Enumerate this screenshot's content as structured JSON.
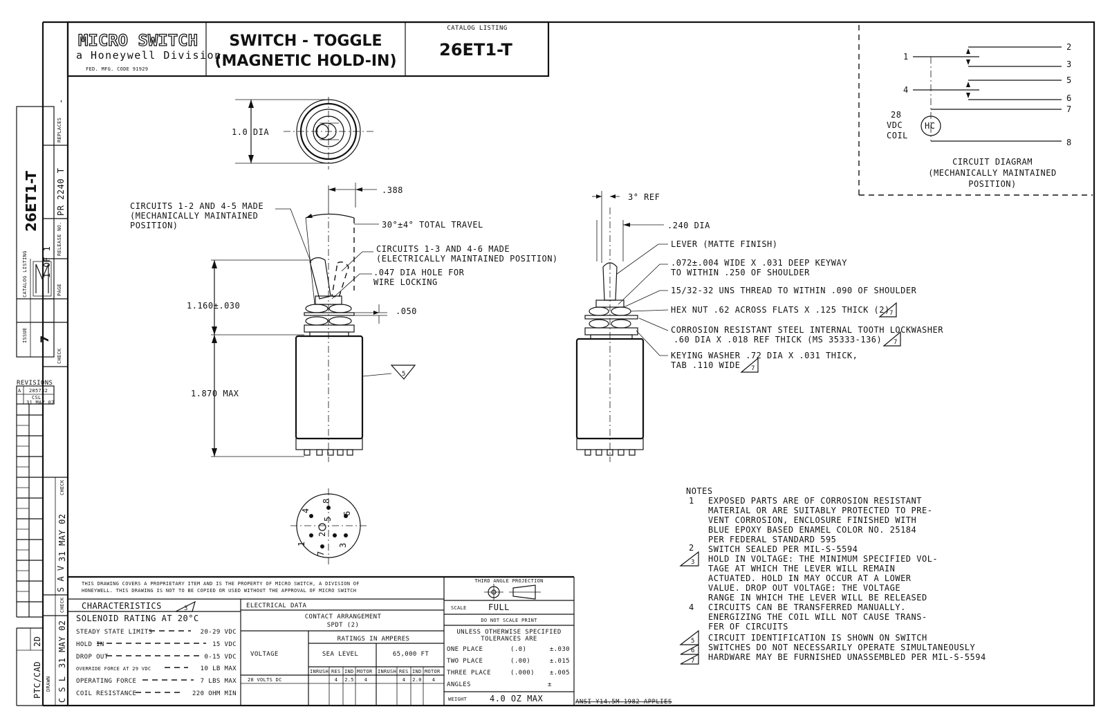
{
  "title_block": {
    "company_logo": "MICRO SWITCH",
    "company_division": "a Honeywell Division",
    "fed_code": "FED. MFG. CODE 91929",
    "title_line1": "SWITCH - TOGGLE",
    "title_line2": "(MAGNETIC HOLD-IN)",
    "catalog_listing_label": "CATALOG LISTING",
    "catalog_number": "26ET1-T"
  },
  "side_strip": {
    "catalog_number": "26ET1-T",
    "catalog_listing_label": "CATALOG LISTING",
    "page_label": "PAGE",
    "page_value": "1 OF 1",
    "release_label": "RELEASE NO.",
    "release_value": "PR 2240 T",
    "replaces_label": "REPLACES",
    "replaces_value": "-",
    "issue_label": "ISSUE",
    "issue_value": "7",
    "check_label": "CHECK",
    "revisions_label": "REVISIONS",
    "rev_letter": "A",
    "rev_number": "205732",
    "rev_initials": "CSL",
    "rev_date": "31 MAY 02",
    "checker": "S A V",
    "check_date": "31 MAY 02",
    "drawn_label": "DRAWN",
    "drawn_by": "C S L",
    "drawn_date": "31 MAY 02",
    "cad_label": "PTC/CAD",
    "cad_value": "2D"
  },
  "front_view": {
    "dia": "1.0 DIA",
    "dim_388": ".388",
    "circuits_made_1": "CIRCUITS 1-2 AND 4-5 MADE",
    "circuits_made_2": "(MECHANICALLY MAINTAINED",
    "circuits_made_3": "POSITION)",
    "travel": "30°±4° TOTAL TRAVEL",
    "circuits_elec_1": "CIRCUITS 1-3 AND 4-6 MADE",
    "circuits_elec_2": "(ELECTRICALLY MAINTAINED POSITION)",
    "hole_1": ".047 DIA HOLE FOR",
    "hole_2": "WIRE LOCKING",
    "height": "1.160±.030",
    "dim_050": ".050",
    "max_len": "1.870 MAX",
    "note_ref": "5"
  },
  "side_view": {
    "ref_angle": "3° REF",
    "dia": ".240 DIA",
    "lever": "LEVER (MATTE FINISH)",
    "keyway_1": ".072±.004 WIDE X .031 DEEP KEYWAY",
    "keyway_2": "TO WITHIN .250 OF SHOULDER",
    "thread": "15/32-32 UNS THREAD TO WITHIN .090 OF SHOULDER",
    "hex_nut": "HEX NUT .62 ACROSS FLATS X .125 THICK (2)",
    "lockwasher_1": "CORROSION RESISTANT STEEL INTERNAL TOOTH LOCKWASHER",
    "lockwasher_2": ".60 DIA X .018 REF THICK (MS 35333-136)",
    "keying_1": "KEYING WASHER .72 DIA X .031 THICK,",
    "keying_2": "TAB .110 WIDE",
    "note_ref": "7"
  },
  "circuit_diagram": {
    "terminals_left": [
      "1",
      "4"
    ],
    "terminals_right": [
      "2",
      "3",
      "5",
      "6",
      "7",
      "8"
    ],
    "coil_1": "28",
    "coil_2": "VDC",
    "coil_3": "COIL",
    "coil_symbol": "HC",
    "title_1": "CIRCUIT DIAGRAM",
    "title_2": "(MECHANICALLY MAINTAINED",
    "title_3": "POSITION)"
  },
  "bottom_view": {
    "pins": [
      "1",
      "2",
      "3",
      "4",
      "5",
      "6",
      "7",
      "8"
    ]
  },
  "notes": {
    "title": "NOTES",
    "items": [
      {
        "num": "1",
        "lines": [
          "EXPOSED PARTS ARE OF CORROSION RESISTANT",
          "MATERIAL OR ARE SUITABLY PROTECTED TO PRE-",
          "VENT CORROSION, ENCLOSURE FINISHED WITH",
          "BLUE EPOXY BASED ENAMEL COLOR NO. 25184",
          "PER FEDERAL STANDARD 595"
        ]
      },
      {
        "num": "2",
        "lines": [
          "SWITCH SEALED PER MIL-S-5594"
        ]
      },
      {
        "num": "3",
        "lines": [
          "HOLD IN VOLTAGE:  THE MINIMUM SPECIFIED VOL-",
          "TAGE AT WHICH THE LEVER WILL REMAIN",
          "ACTUATED.  HOLD IN MAY OCCUR AT A LOWER",
          "VALUE.  DROP OUT VOLTAGE:  THE VOLTAGE",
          "RANGE IN WHICH THE LEVER WILL BE RELEASED"
        ]
      },
      {
        "num": "4",
        "lines": [
          "CIRCUITS CAN BE TRANSFERRED MANUALLY.",
          "ENERGIZING THE COIL WILL NOT CAUSE TRANS-",
          "FER OF CIRCUITS"
        ]
      },
      {
        "num": "5",
        "lines": [
          "CIRCUIT IDENTIFICATION IS SHOWN ON SWITCH"
        ]
      },
      {
        "num": "6",
        "lines": [
          "SWITCHES DO NOT NECESSARILY OPERATE SIMULTANEOUSLY"
        ]
      },
      {
        "num": "7",
        "lines": [
          "HARDWARE MAY BE FURNISHED UNASSEMBLED PER MIL-S-5594"
        ]
      }
    ]
  },
  "proprietary": {
    "line1": "THIS DRAWING COVERS A PROPRIETARY ITEM AND IS THE PROPERTY OF MICRO SWITCH, A DIVISION OF",
    "line2": "HONEYWELL. THIS DRAWING IS NOT TO BE COPIED OR USED WITHOUT THE APPROVAL OF MICRO SWITCH"
  },
  "characteristics": {
    "header": "CHARACTERISTICS",
    "header_ref": "3",
    "solenoid": "SOLENOID RATING AT 20°C",
    "rows": [
      {
        "label": "STEADY STATE LIMITS",
        "value": "20-29 VDC"
      },
      {
        "label": "HOLD IN",
        "value": "15 VDC"
      },
      {
        "label": "DROP OUT",
        "value": "0-15 VDC"
      },
      {
        "label": "OVERRIDE FORCE AT 29 VDC",
        "value": "10 LB MAX"
      },
      {
        "label": "OPERATING FORCE",
        "value": "7 LBS MAX"
      },
      {
        "label": "COIL RESISTANCE",
        "value": "220 OHM MIN"
      }
    ]
  },
  "electrical": {
    "header": "ELECTRICAL DATA",
    "contact_arrangement": "CONTACT ARRANGEMENT",
    "spdt": "SPDT (2)",
    "ratings": "RATINGS IN AMPERES",
    "voltage": "VOLTAGE",
    "sea_level": "SEA LEVEL",
    "altitude": "65,000 FT",
    "cols": [
      "INRUSH",
      "RES",
      "IND",
      "MOTOR",
      "INRUSH",
      "RES",
      "IND",
      "MOTOR"
    ],
    "row_label": "28 VOLTS DC",
    "row_values": [
      "",
      "4",
      "2.5",
      "4",
      "",
      "4",
      "2.0",
      "4"
    ]
  },
  "projection": {
    "label": "THIRD ANGLE PROJECTION",
    "scale_label": "SCALE",
    "scale_value": "FULL",
    "do_not_scale": "DO NOT SCALE PRINT",
    "tol_1": "UNLESS OTHERWISE SPECIFIED",
    "tol_2": "TOLERANCES ARE",
    "tolerances": [
      {
        "label": "ONE PLACE",
        "format": "(.0)",
        "value": "±.030"
      },
      {
        "label": "TWO PLACE",
        "format": "(.00)",
        "value": "±.015"
      },
      {
        "label": "THREE PLACE",
        "format": "(.000)",
        "value": "±.005"
      },
      {
        "label": "ANGLES",
        "format": "",
        "value": "±"
      }
    ],
    "weight_label": "WEIGHT",
    "weight_value": "4.0 OZ MAX",
    "ansi": "ANSI Y14.5M-1982 APPLIES"
  }
}
